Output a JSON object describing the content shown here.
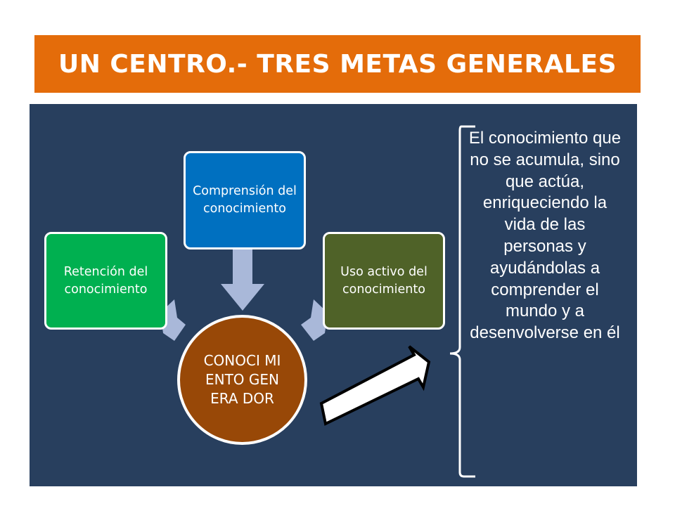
{
  "title": "UN CENTRO.- TRES METAS GENERALES",
  "diagram": {
    "center": "CONOCI MIENTO GENERA DOR",
    "goals": [
      "Retención del conocimiento",
      "Comprensión del conocimiento",
      "Uso activo del conocimiento"
    ]
  },
  "quote": "El conocimiento que no se acumula, sino que actúa, enriqueciendo la vida de las personas y ayudándolas a comprender el mundo y a desenvolverse en él",
  "colors": {
    "title_banner": "#E46C0A",
    "panel": "#283F5E",
    "retention_box": "#00B050",
    "comprehension_box": "#0070C0",
    "active_use_box": "#4F6228",
    "center_circle": "#984807",
    "connector_arrows": "#A9B8D9"
  }
}
